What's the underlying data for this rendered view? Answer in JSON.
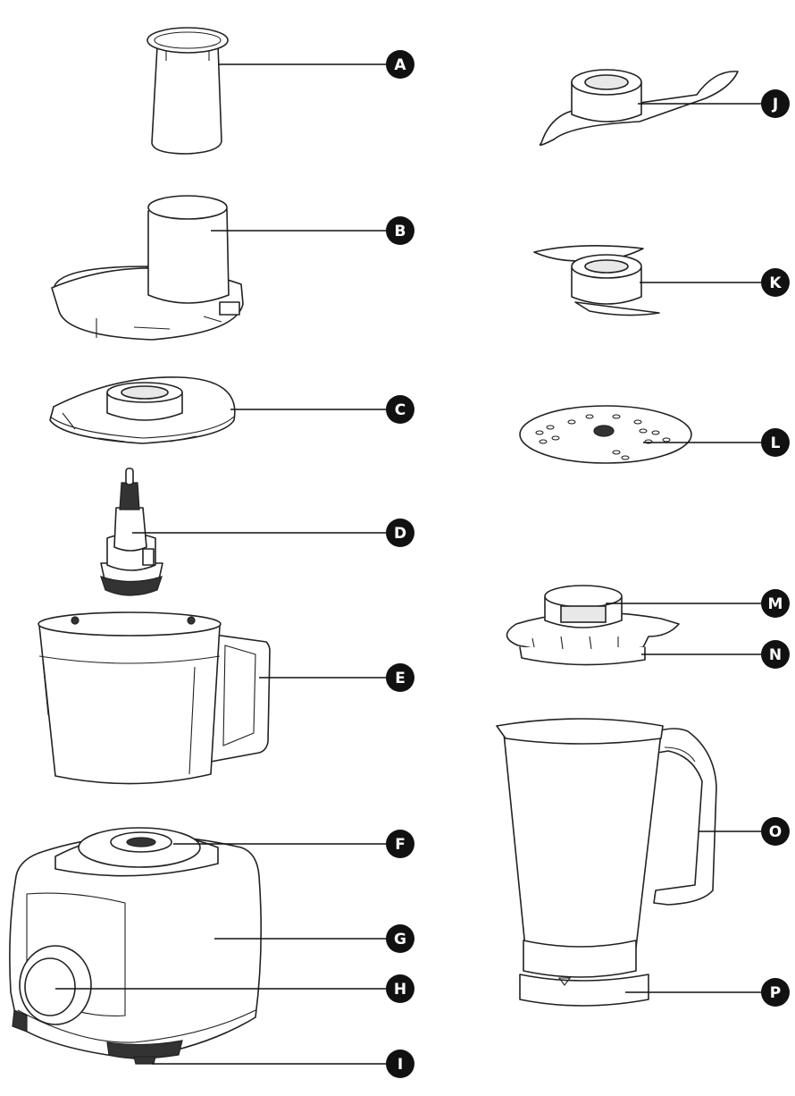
{
  "callouts": {
    "a": "A",
    "b": "B",
    "c": "C",
    "d": "D",
    "e": "E",
    "f": "F",
    "g": "G",
    "h": "H",
    "i": "I",
    "j": "J",
    "k": "K",
    "l": "L",
    "m": "M",
    "n": "N",
    "o": "O",
    "p": "P"
  },
  "colors": {
    "line": "#222222",
    "callout": "#111111",
    "background": "#ffffff"
  }
}
